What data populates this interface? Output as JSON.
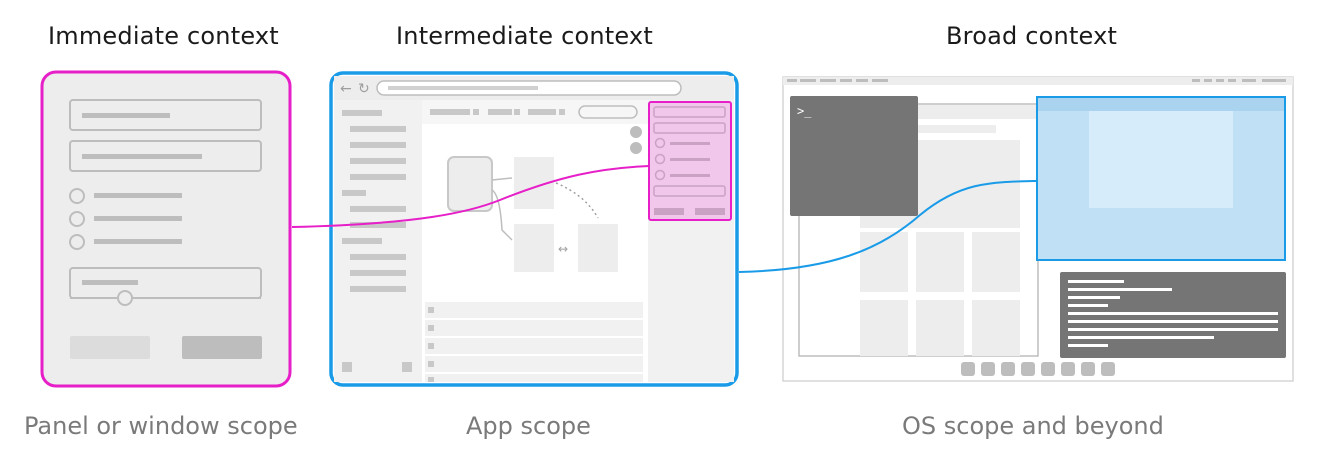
{
  "columns": [
    {
      "heading": "Immediate context",
      "caption": "Panel or window scope"
    },
    {
      "heading": "Intermediate context",
      "caption": "App scope"
    },
    {
      "heading": "Broad context",
      "caption": "OS scope and beyond"
    }
  ],
  "terminal": {
    "prompt": ">_"
  },
  "colors": {
    "immediate_accent": "#e61fc8",
    "intermediate_accent": "#1a9be8",
    "broad_highlight_fill": "#bfe0f5",
    "wireframe_fill": "#ededed",
    "wireframe_stroke": "#bdbdbd",
    "wireframe_bar": "#bdbdbd",
    "dark_panel": "#757575",
    "heading_text": "#1a1a1a",
    "caption_text": "#7a7a7a"
  }
}
